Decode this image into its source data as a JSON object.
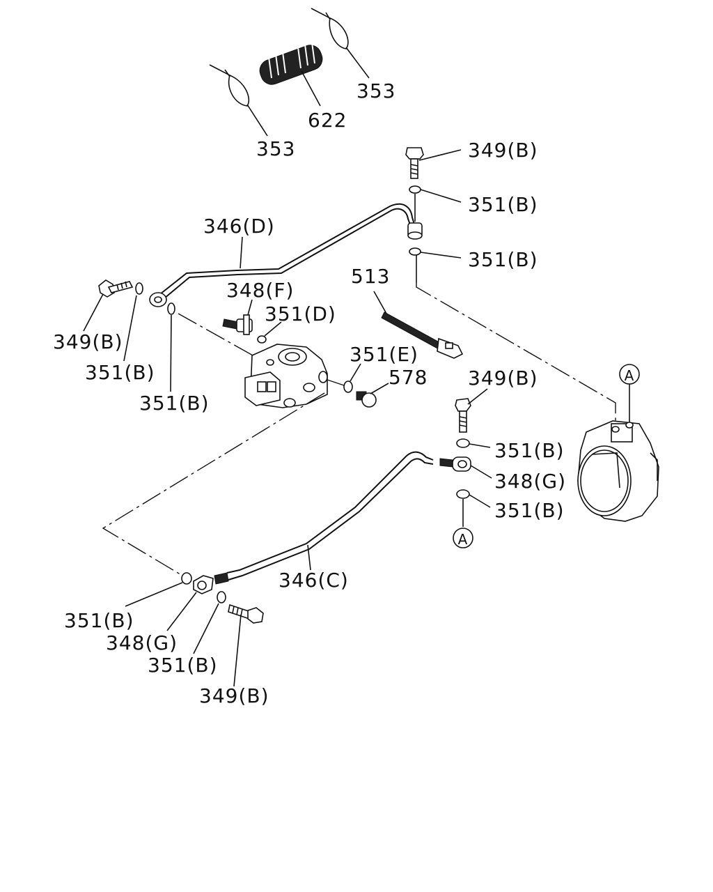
{
  "diagram": {
    "callouts": {
      "c353_top": "353",
      "c622": "622",
      "c353_left": "353",
      "c349b_top": "349(B)",
      "c351b_top1": "351(B)",
      "c351b_top2": "351(B)",
      "c346d": "346(D)",
      "c513": "513",
      "c348f": "348(F)",
      "c351d": "351(D)",
      "c349b_left": "349(B)",
      "c351b_left1": "351(B)",
      "c351b_left2": "351(B)",
      "c351e": "351(E)",
      "c578": "578",
      "c349b_mid": "349(B)",
      "c351b_mid1": "351(B)",
      "c348g_right": "348(G)",
      "c351b_mid2": "351(B)",
      "c346c": "346(C)",
      "c351b_bot1": "351(B)",
      "c348g_bot": "348(G)",
      "c351b_bot2": "351(B)",
      "c349b_bot": "349(B)",
      "refA_pump": "A",
      "refA_lower": "A"
    }
  }
}
